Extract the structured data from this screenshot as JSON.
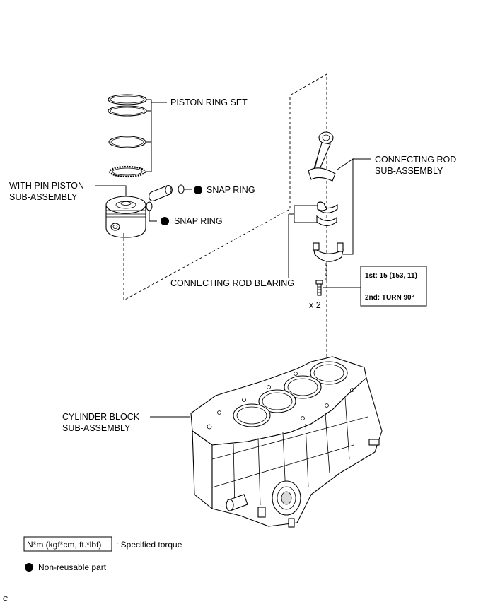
{
  "labels": {
    "piston_ring_set": "PISTON RING SET",
    "with_pin_piston_line1": "WITH PIN PISTON",
    "with_pin_piston_line2": "SUB-ASSEMBLY",
    "snap_ring_upper": "SNAP RING",
    "snap_ring_lower": "SNAP RING",
    "connecting_rod_line1": "CONNECTING ROD",
    "connecting_rod_line2": "SUB-ASSEMBLY",
    "connecting_rod_bearing": "CONNECTING ROD BEARING",
    "torque_first": "1st: 15 (153, 11)",
    "torque_second": "2nd: TURN 90°",
    "bolt_quantity": "x 2",
    "cylinder_block_line1": "CYLINDER BLOCK",
    "cylinder_block_line2": "SUB-ASSEMBLY"
  },
  "legend": {
    "torque_unit_box": "N*m (kgf*cm, ft.*lbf)",
    "torque_unit_desc": ": Specified torque",
    "non_reusable_desc": "Non-reusable part"
  },
  "footer_code": "C",
  "colors": {
    "line": "#000000",
    "background": "#ffffff"
  }
}
